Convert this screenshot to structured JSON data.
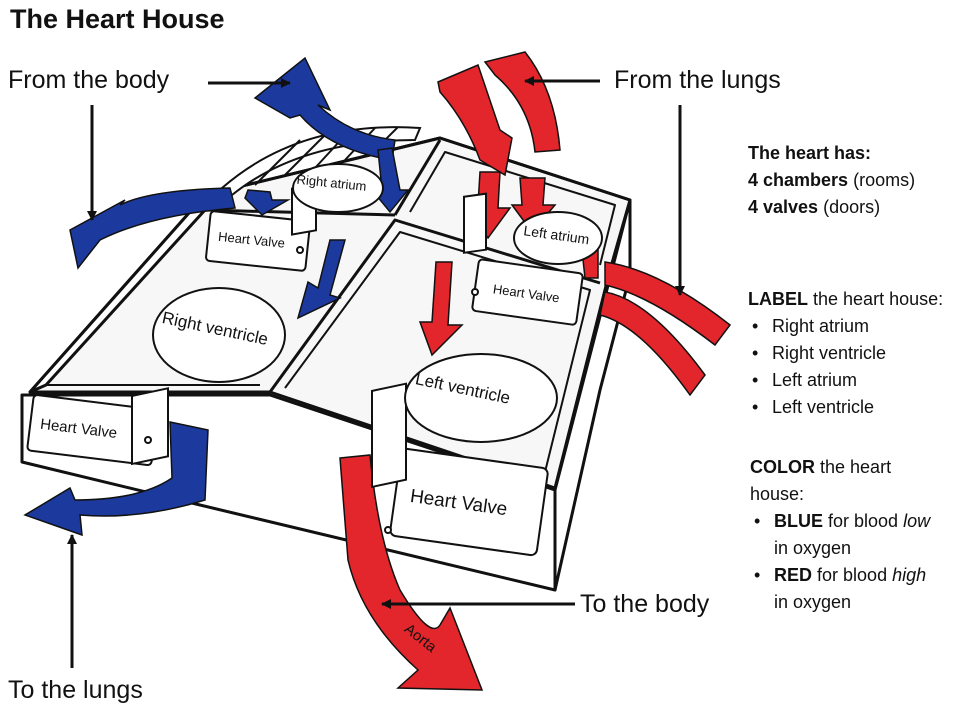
{
  "title": "The Heart House",
  "arrows": {
    "from_body": "From the body",
    "from_lungs": "From the lungs",
    "to_lungs": "To the lungs",
    "to_body": "To the body",
    "aorta": "Aorta"
  },
  "rooms": {
    "right_atrium": "Right atrium",
    "left_atrium": "Left atrium",
    "right_ventricle": "Right ventricle",
    "left_ventricle": "Left ventricle"
  },
  "valves": {
    "label": "Heart Valve"
  },
  "info": {
    "has_heading": "The heart has:",
    "chambers_bold": "4 chambers",
    "chambers_rest": "(rooms)",
    "valves_bold": "4 valves",
    "valves_rest": "(doors)",
    "label_bold": "LABEL",
    "label_rest": "the heart house:",
    "label_items": [
      "Right atrium",
      "Right ventricle",
      "Left atrium",
      "Left ventricle"
    ],
    "color_bold": "COLOR",
    "color_rest_1": "the heart",
    "color_rest_2": "house:",
    "blue_bold": "BLUE",
    "blue_mid": "for blood",
    "blue_italic": "low",
    "blue_end": "in oxygen",
    "red_bold": "RED",
    "red_mid": "for blood",
    "red_italic": "high",
    "red_end": "in oxygen"
  },
  "colors": {
    "blue": "#1c3a9e",
    "red": "#e3262b",
    "outline": "#111111"
  }
}
